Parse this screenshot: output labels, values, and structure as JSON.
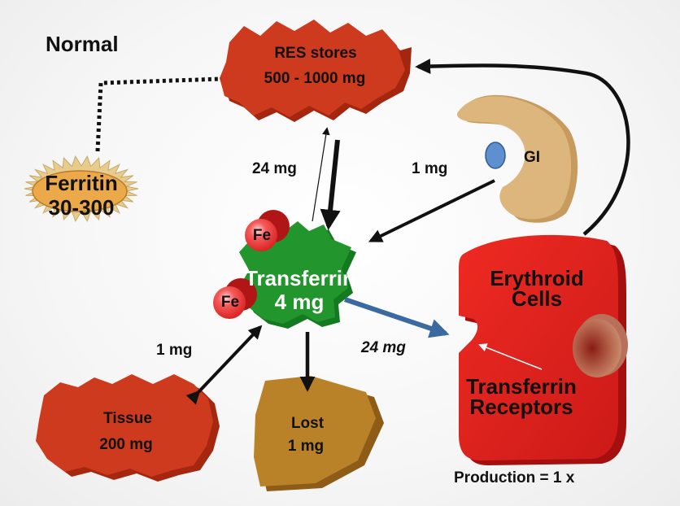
{
  "title": "Normal",
  "nodes": {
    "res_stores": {
      "name": "RES stores",
      "amount": "500 - 1000 mg"
    },
    "ferritin": {
      "name": "Ferritin",
      "range": "30-300"
    },
    "gi": {
      "name": "GI"
    },
    "transferrin": {
      "name": "Transferrin",
      "amount": "4 mg",
      "iron_label": "Fe"
    },
    "erythroid": {
      "name_line1": "Erythroid",
      "name_line2": "Cells",
      "receptor_line1": "Transferrin",
      "receptor_line2": "Receptors"
    },
    "tissue": {
      "name": "Tissue",
      "amount": "200 mg"
    },
    "lost": {
      "name": "Lost",
      "amount": "1 mg"
    }
  },
  "flows": {
    "res_transferrin": "24 mg",
    "gi_absorption": "1 mg",
    "tissue_exchange": "1 mg",
    "to_erythroid": "24 mg"
  },
  "production": "Production = 1 x",
  "colors": {
    "res": "#c8321c",
    "ferritin": "#e6c888",
    "ferritin_core": "#eaa94c",
    "gi": "#d8b47a",
    "transferrin": "#1f8f2a",
    "fe": "#f23c3c",
    "erythroid": "#e51d1d",
    "nucleus": "#a8523e",
    "tissue": "#c8321c",
    "lost": "#b07a26",
    "flow_blue": "#3a6aa0"
  }
}
